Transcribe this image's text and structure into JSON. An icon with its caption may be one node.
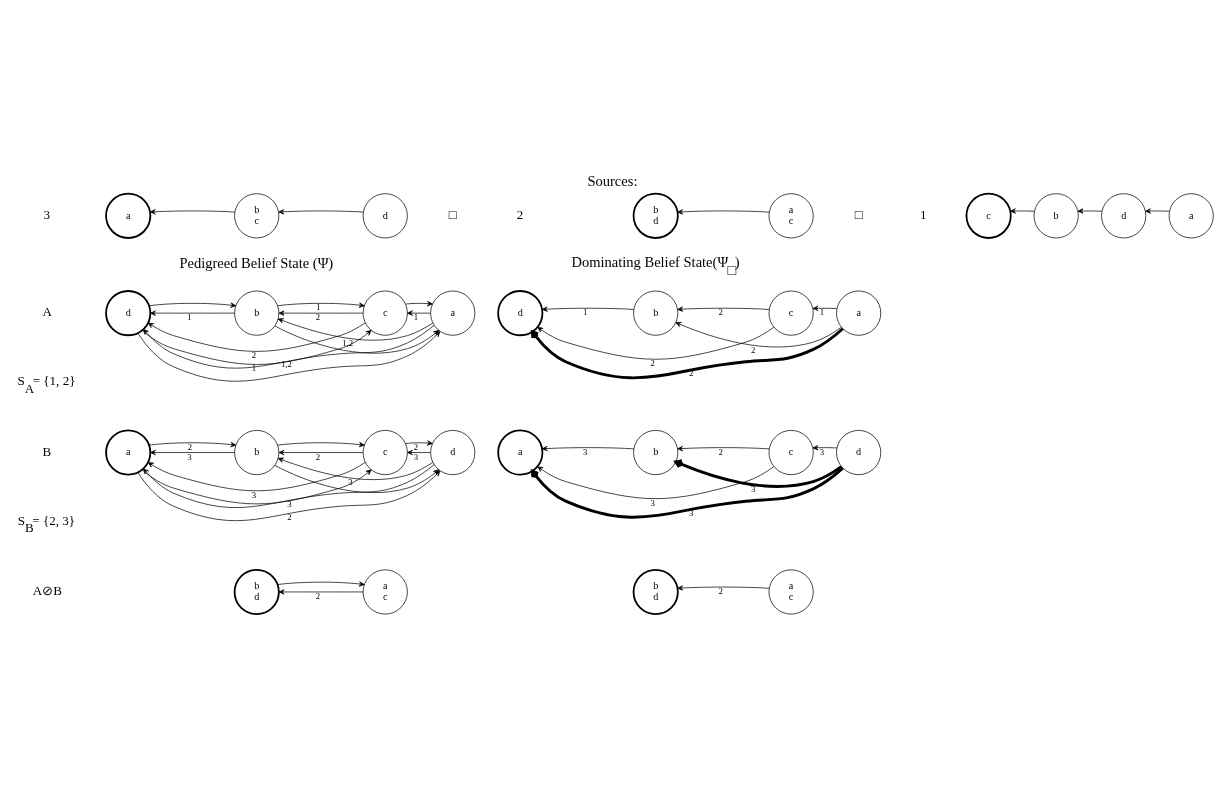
{
  "diagram": {
    "title": "Sources:",
    "nodes": [
      {
        "text": [
          "a"
        ]
      },
      {
        "text": [
          "b",
          "c"
        ]
      },
      {
        "text": [
          "d"
        ]
      },
      {
        "text": [
          "b",
          "d"
        ]
      },
      {
        "text": [
          "a",
          "c"
        ]
      },
      {
        "text": [
          "c"
        ]
      },
      {
        "text": [
          "b"
        ]
      },
      {
        "text": [
          "d"
        ]
      },
      {
        "text": [
          "a"
        ]
      },
      {
        "text": [
          "d"
        ]
      },
      {
        "text": [
          "b"
        ]
      },
      {
        "text": [
          "c"
        ]
      },
      {
        "text": [
          "a"
        ]
      },
      {
        "text": [
          "d"
        ]
      },
      {
        "text": [
          "b"
        ]
      },
      {
        "text": [
          "c"
        ]
      },
      {
        "text": [
          "a"
        ]
      },
      {
        "text": [
          "a"
        ]
      },
      {
        "text": [
          "b"
        ]
      },
      {
        "text": [
          "c"
        ]
      },
      {
        "text": [
          "d"
        ]
      },
      {
        "text": [
          "a"
        ]
      },
      {
        "text": [
          "b"
        ]
      },
      {
        "text": [
          "c"
        ]
      },
      {
        "text": [
          "d"
        ]
      },
      {
        "text": [
          "b",
          "d"
        ]
      },
      {
        "text": [
          "a",
          "c"
        ]
      },
      {
        "text": [
          "b",
          "d"
        ]
      },
      {
        "text": [
          "a",
          "c"
        ]
      }
    ],
    "edges": [
      {
        "from": 1,
        "to": 0,
        "arrow": "to"
      },
      {
        "from": 2,
        "to": 1,
        "arrow": "to"
      },
      {
        "from": 4,
        "to": 3,
        "arrow": "to"
      },
      {
        "from": 6,
        "to": 5,
        "arrow": "to"
      },
      {
        "from": 7,
        "to": 6,
        "arrow": "to"
      },
      {
        "from": 8,
        "to": 7,
        "arrow": "to"
      },
      {
        "from": 12,
        "to": 9,
        "arrow": "to",
        "label": "1,2"
      },
      {
        "from": 11,
        "to": 9,
        "arrow": "to",
        "label": "2"
      },
      {
        "from": 12,
        "to": 10,
        "arrow": "to",
        "label": "1,2"
      },
      {
        "from": 10,
        "to": 9,
        "arrow": "to",
        "label": "1"
      },
      {
        "from": 11,
        "to": 10,
        "arrow": "to",
        "label": "2"
      },
      {
        "from": 12,
        "to": 11,
        "arrow": "to",
        "label": "1"
      },
      {
        "from": 9,
        "to": 10,
        "arrow": "to"
      },
      {
        "from": 10,
        "to": 11,
        "arrow": "to",
        "label": "1"
      },
      {
        "from": 11,
        "to": 12,
        "arrow": "to"
      },
      {
        "from": 9,
        "to": 11,
        "arrow": "to",
        "label": "1"
      },
      {
        "from": 10,
        "to": 12,
        "arrow": "to"
      },
      {
        "from": 9,
        "to": 12,
        "arrow": "to"
      },
      {
        "from": 15,
        "to": 13,
        "arrow": "to",
        "label": "2"
      },
      {
        "from": 16,
        "to": 14,
        "arrow": "to",
        "label": "2"
      },
      {
        "from": 14,
        "to": 13,
        "arrow": "to",
        "label": "1"
      },
      {
        "from": 15,
        "to": 14,
        "arrow": "to",
        "label": "2"
      },
      {
        "from": 16,
        "to": 15,
        "arrow": "to",
        "label": "1"
      },
      {
        "from": 16,
        "to": 13,
        "arrow": "to",
        "label": "2",
        "style": "thick"
      },
      {
        "from": 20,
        "to": 17,
        "arrow": "to",
        "label": "3"
      },
      {
        "from": 19,
        "to": 17,
        "arrow": "to",
        "label": "3"
      },
      {
        "from": 20,
        "to": 18,
        "arrow": "to",
        "label": "3"
      },
      {
        "from": 18,
        "to": 17,
        "arrow": "to",
        "label": "3"
      },
      {
        "from": 19,
        "to": 18,
        "arrow": "to",
        "label": "2"
      },
      {
        "from": 20,
        "to": 19,
        "arrow": "to",
        "label": "3"
      },
      {
        "from": 17,
        "to": 18,
        "arrow": "to",
        "label": "2"
      },
      {
        "from": 18,
        "to": 19,
        "arrow": "to"
      },
      {
        "from": 19,
        "to": 20,
        "arrow": "to",
        "label": "2"
      },
      {
        "from": 17,
        "to": 19,
        "arrow": "to"
      },
      {
        "from": 18,
        "to": 20,
        "arrow": "to"
      },
      {
        "from": 17,
        "to": 20,
        "arrow": "to",
        "label": "2"
      },
      {
        "from": 23,
        "to": 21,
        "arrow": "to",
        "label": "3"
      },
      {
        "from": 24,
        "to": 22,
        "arrow": "to",
        "label": "3",
        "style": "thick"
      },
      {
        "from": 22,
        "to": 21,
        "arrow": "to",
        "label": "3"
      },
      {
        "from": 23,
        "to": 22,
        "arrow": "to",
        "label": "2"
      },
      {
        "from": 24,
        "to": 23,
        "arrow": "to",
        "label": "3"
      },
      {
        "from": 24,
        "to": 21,
        "arrow": "to",
        "label": "3",
        "style": "thick"
      },
      {
        "from": 26,
        "to": 25,
        "arrow": "to",
        "label": "2"
      },
      {
        "from": 25,
        "to": 26,
        "arrow": "to"
      },
      {
        "from": 28,
        "to": 27,
        "arrow": "to",
        "label": "2"
      }
    ],
    "labels": [
      "3",
      "□",
      "2",
      "□",
      "1",
      "Pedigreed Belief State (Ψ)",
      "Dominating Belief State(Ψ$_{□}$)",
      "A",
      "S$_{A}$= {1, 2}",
      "B",
      "S$_{B}$= {2, 3}",
      "A⊘B"
    ]
  }
}
